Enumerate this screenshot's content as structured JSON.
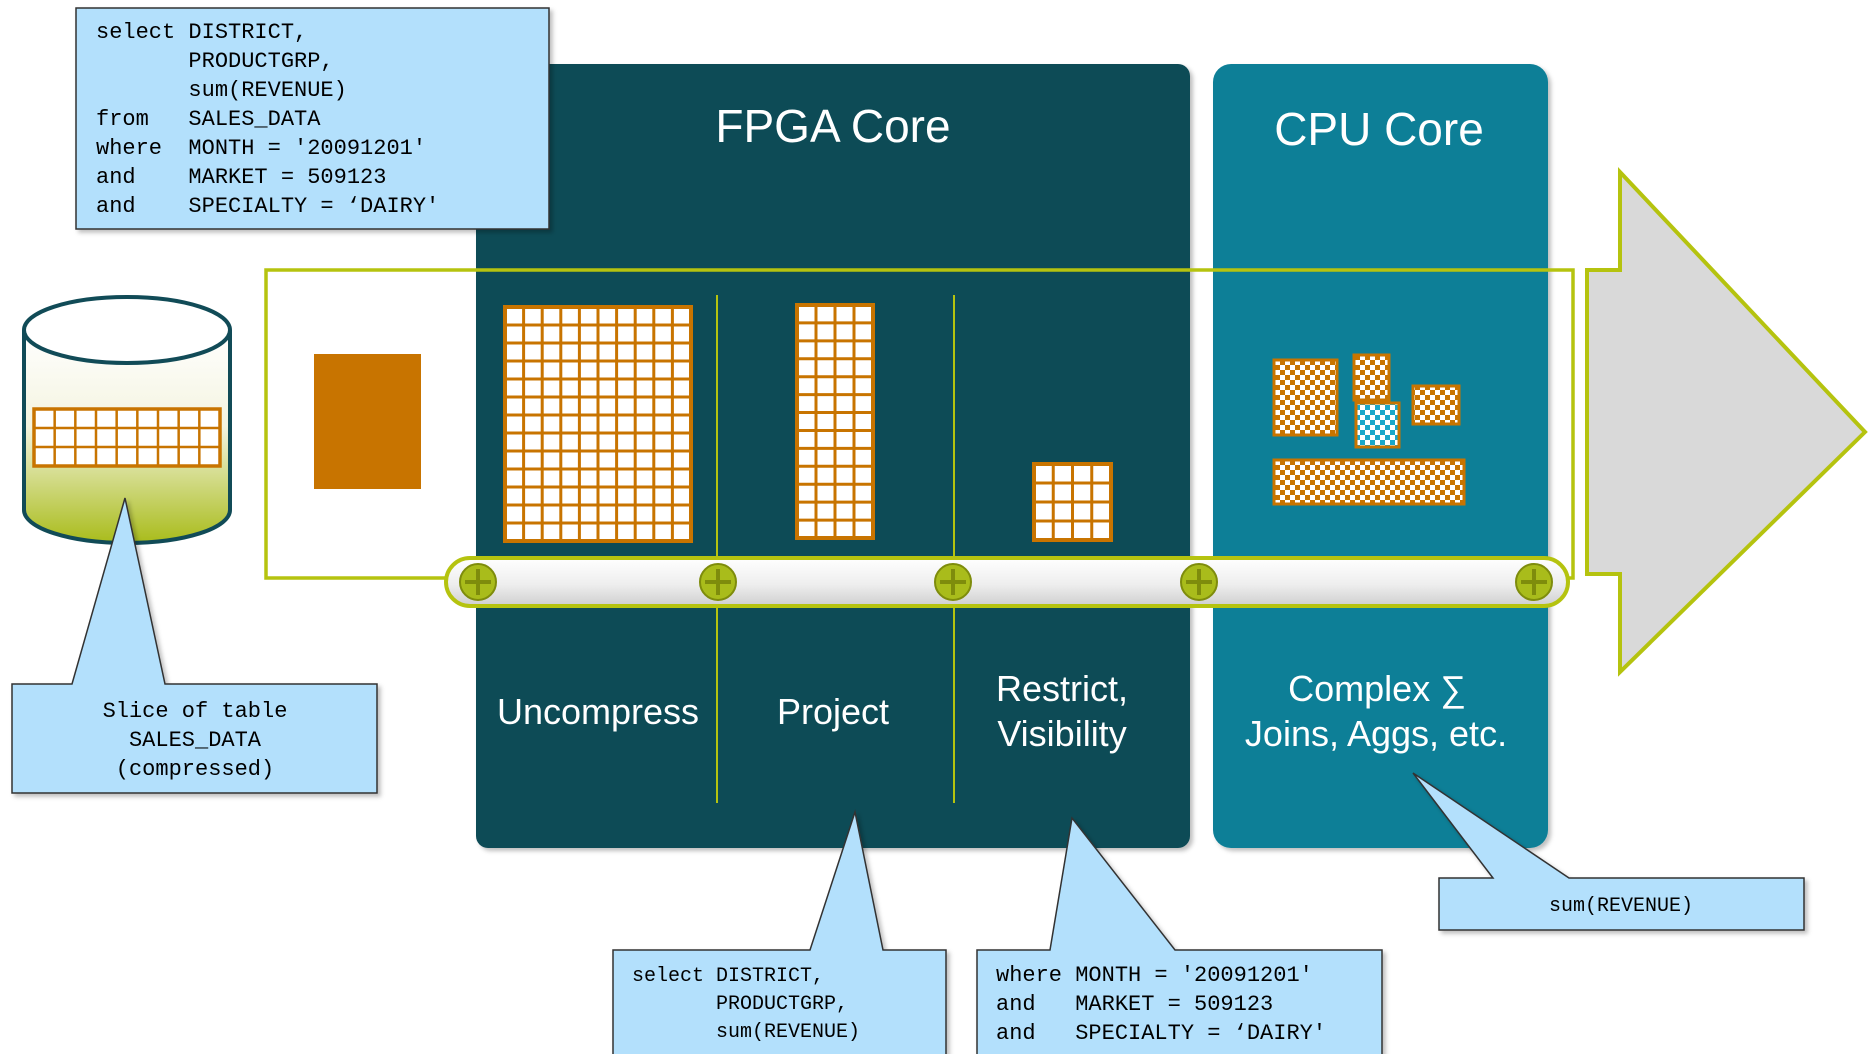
{
  "panels": {
    "fpga_title": "FPGA Core",
    "cpu_title": "CPU Core"
  },
  "stages": {
    "uncompress": "Uncompress",
    "project": "Project",
    "restrict_line1": "Restrict,",
    "restrict_line2": "Visibility",
    "complex_line1": "Complex ∑",
    "complex_line2": "Joins, Aggs, etc."
  },
  "callouts": {
    "query_lines": [
      "select DISTRICT,",
      "       PRODUCTGRP,",
      "       sum(REVENUE)",
      "from   SALES_DATA",
      "where  MONTH = '20091201'",
      "and    MARKET = 509123",
      "and    SPECIALTY = ‘DAIRY'"
    ],
    "slice_lines": [
      "Slice of table",
      "SALES_DATA",
      "(compressed)"
    ],
    "project_lines": [
      "select DISTRICT,",
      "       PRODUCTGRP,",
      "       sum(REVENUE)"
    ],
    "where_lines": [
      "where MONTH = '20091201'",
      "and   MARKET = 509123",
      "and   SPECIALTY = ‘DAIRY'"
    ],
    "sum_text": "sum(REVENUE)"
  },
  "colors": {
    "fpga_panel": "#114b57",
    "cpu_panel": "#0a7f97",
    "callout_fill": "#b3e0fc",
    "orange": "#c87400",
    "pipeline_outline": "#b5c30f",
    "arrow_fill": "#d9d9d9",
    "cylinder_green": "#a9bc1b"
  }
}
